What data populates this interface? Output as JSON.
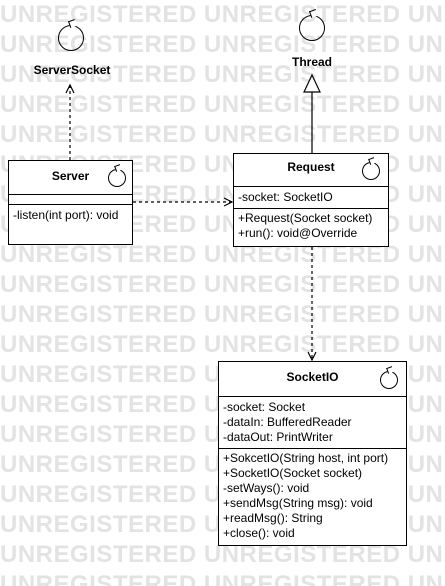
{
  "watermark": "UNREGISTERED",
  "external": {
    "serversocket": "ServerSocket",
    "thread": "Thread"
  },
  "classes": {
    "server": {
      "name": "Server",
      "attributes": [],
      "methods": [
        "-listen(int port): void"
      ]
    },
    "request": {
      "name": "Request",
      "attributes": [
        "-socket: SocketIO"
      ],
      "methods": [
        "+Request(Socket socket)",
        "+run(): void@Override"
      ]
    },
    "socketio": {
      "name": "SocketIO",
      "attributes": [
        "-socket: Socket",
        "-dataIn: BufferedReader",
        "-dataOut: PrintWriter"
      ],
      "methods": [
        "+SokcetIO(String host, int port)",
        "+SocketIO(Socket socket)",
        "-setWays(): void",
        "+sendMsg(String msg): void",
        "+readMsg(): String",
        "+close(): void"
      ]
    }
  },
  "relations": [
    {
      "from": "Server",
      "to": "ServerSocket",
      "kind": "dependency"
    },
    {
      "from": "Server",
      "to": "Request",
      "kind": "dependency"
    },
    {
      "from": "Request",
      "to": "Thread",
      "kind": "generalization"
    },
    {
      "from": "Request",
      "to": "SocketIO",
      "kind": "dependency"
    }
  ]
}
